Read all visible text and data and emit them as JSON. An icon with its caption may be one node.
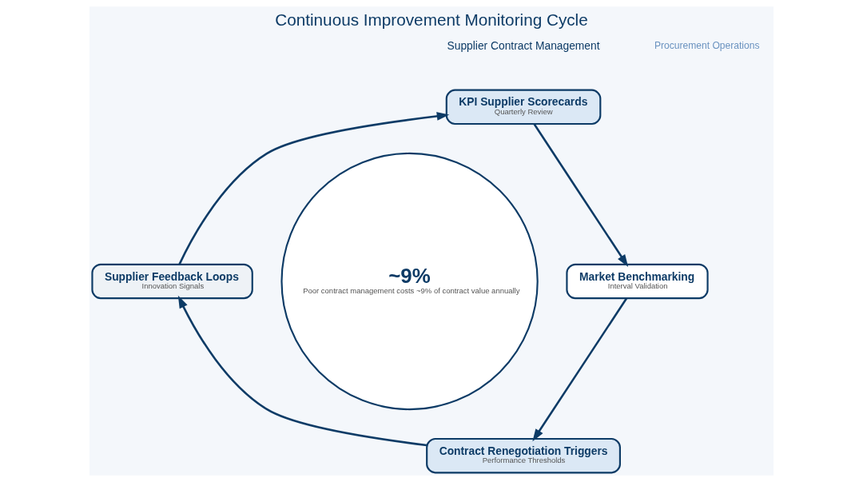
{
  "diagram": {
    "title": "Continuous Improvement Monitoring Cycle",
    "nodes": [
      {
        "text": [
          "KPI Supplier Scorecards",
          "Quarterly Review"
        ]
      },
      {
        "text": [
          "Market Benchmarking",
          "Interval Validation"
        ]
      },
      {
        "text": [
          "Contract Renegotiation Triggers",
          "Performance Thresholds"
        ]
      },
      {
        "text": [
          "Supplier Feedback Loops",
          "Innovation Signals"
        ]
      },
      {
        "text": [
          "~9%",
          "Poor contract management costs ~9% of contract value annually"
        ]
      }
    ],
    "edges": [
      {
        "from": 0,
        "to": 1,
        "arrow": "to"
      },
      {
        "from": 1,
        "to": 2,
        "arrow": "to"
      },
      {
        "from": 2,
        "to": 3,
        "arrow": "to"
      },
      {
        "from": 3,
        "to": 0,
        "arrow": "to"
      }
    ],
    "labels": [
      "Supplier Contract Management",
      "Procurement Operations"
    ]
  }
}
